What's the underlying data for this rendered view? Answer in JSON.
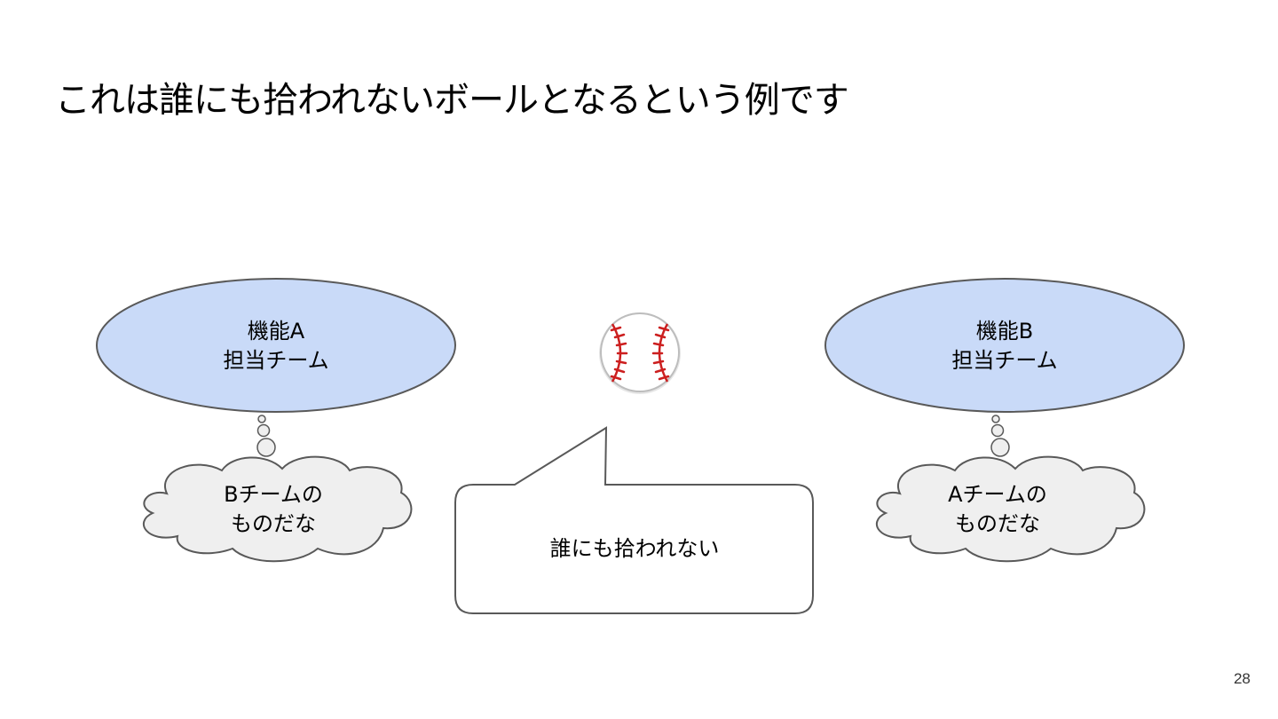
{
  "slide": {
    "title": "これは誰にも拾われないボールとなるという例です",
    "page_number": "28"
  },
  "team_a": {
    "line1": "機能A",
    "line2": "担当チーム",
    "thought_line1": "Bチームの",
    "thought_line2": "ものだな"
  },
  "team_b": {
    "line1": "機能B",
    "line2": "担当チーム",
    "thought_line1": "Aチームの",
    "thought_line2": "ものだな"
  },
  "ball": {
    "icon": "baseball-icon",
    "caption": "誰にも拾われない"
  },
  "colors": {
    "team_fill": "#c9daf8",
    "cloud_fill": "#efefef",
    "outline": "#595959",
    "seam": "#cc1f1f"
  }
}
